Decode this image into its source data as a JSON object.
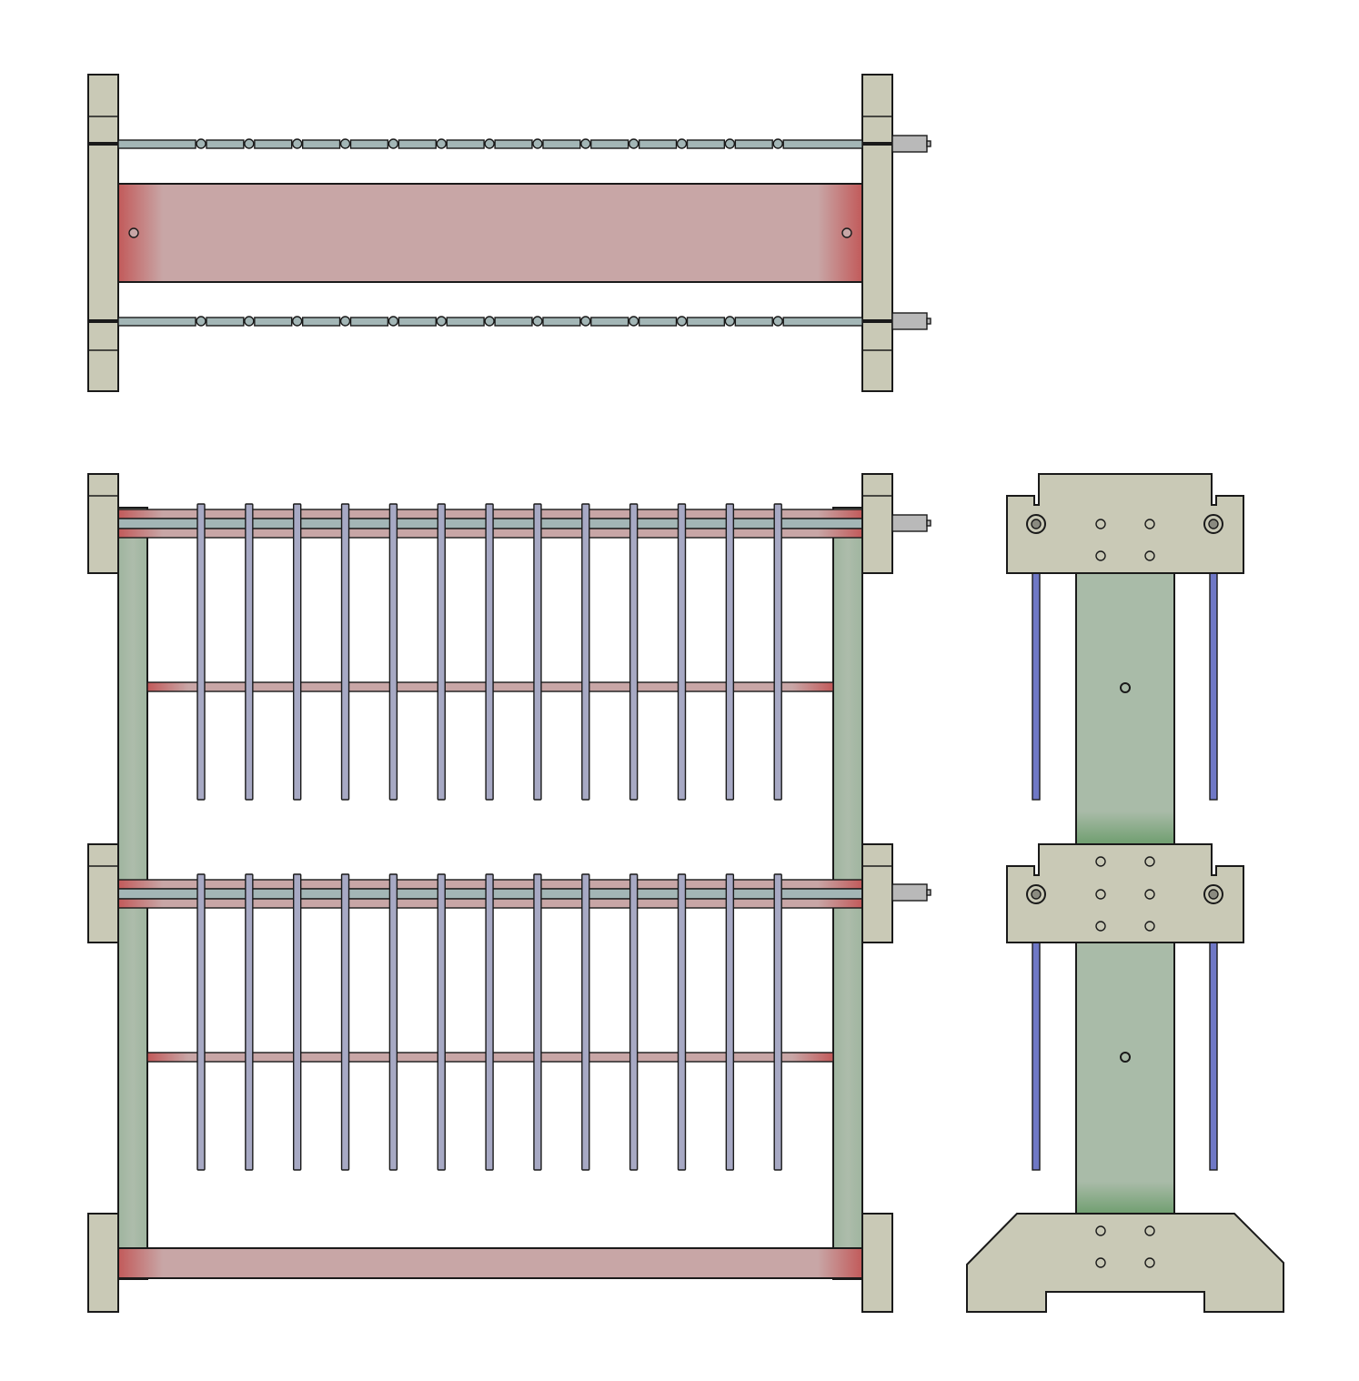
{
  "colors": {
    "background": "#ffffff",
    "bracket": "#c9c9b6",
    "rail_red": "#c8a6a6",
    "rail_red_edge": "#c25a5a",
    "upright_green": "#a9bba8",
    "upright_green_edge": "#5f8f5f",
    "tine": "#a7a9c4",
    "tine_side": "#6f78c6",
    "rod": "#a3b6b6",
    "outline": "#1a1a1a"
  },
  "views": [
    {
      "view": "top",
      "tine_count_per_row": 13
    },
    {
      "view": "front",
      "tier_count": 2,
      "tine_count_per_tier": 13
    },
    {
      "view": "side",
      "tier_count": 2
    }
  ]
}
